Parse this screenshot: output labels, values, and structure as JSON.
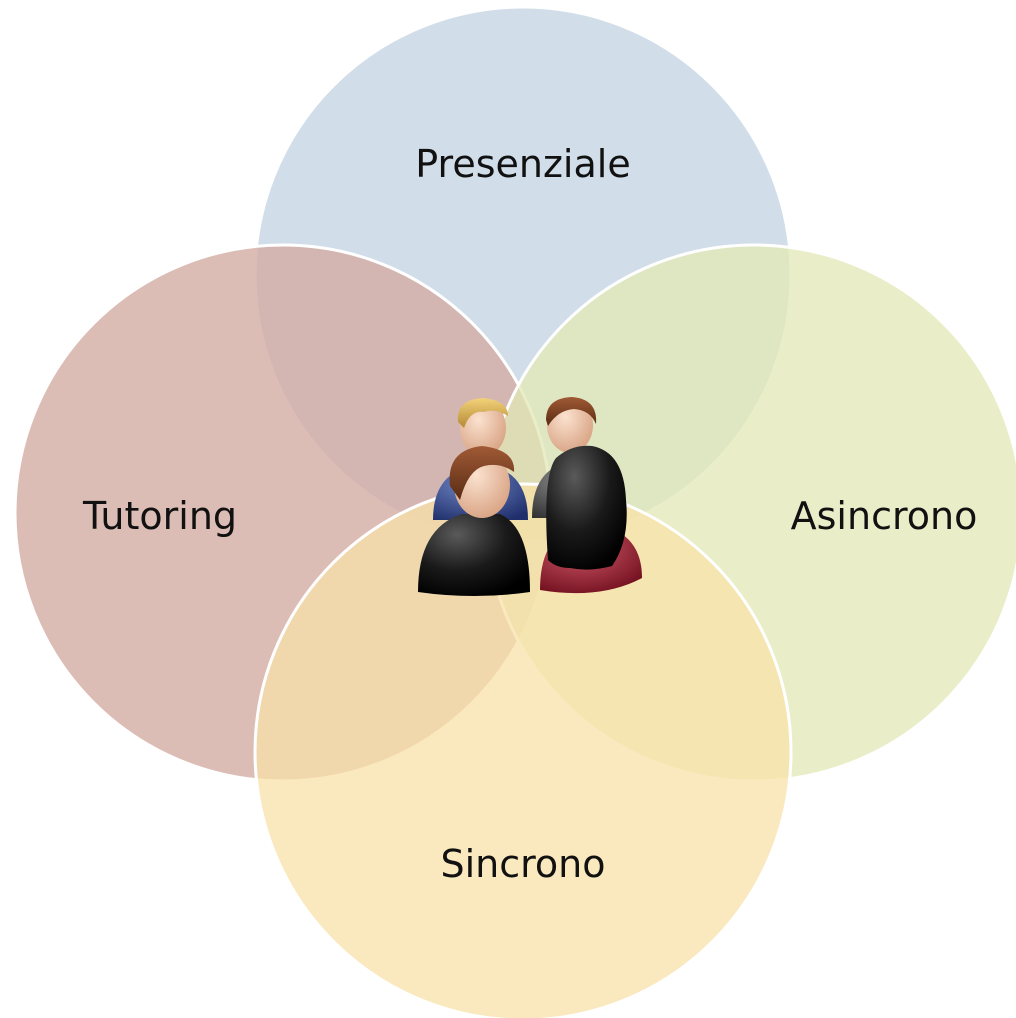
{
  "diagram": {
    "type": "venn",
    "circles": [
      {
        "id": "presenziale",
        "label": "Presenziale",
        "color": "#ccd9e5"
      },
      {
        "id": "tutoring",
        "label": "Tutoring",
        "color": "#d3aca4"
      },
      {
        "id": "asincrono",
        "label": "Asincrono",
        "color": "#e2e8b6"
      },
      {
        "id": "sincrono",
        "label": "Sincrono",
        "color": "#f8e2a8"
      }
    ],
    "center_icon": "group-of-people-icon",
    "colors": {
      "background": "#ffffff",
      "outline": "#ffffff",
      "text": "#111111"
    }
  }
}
